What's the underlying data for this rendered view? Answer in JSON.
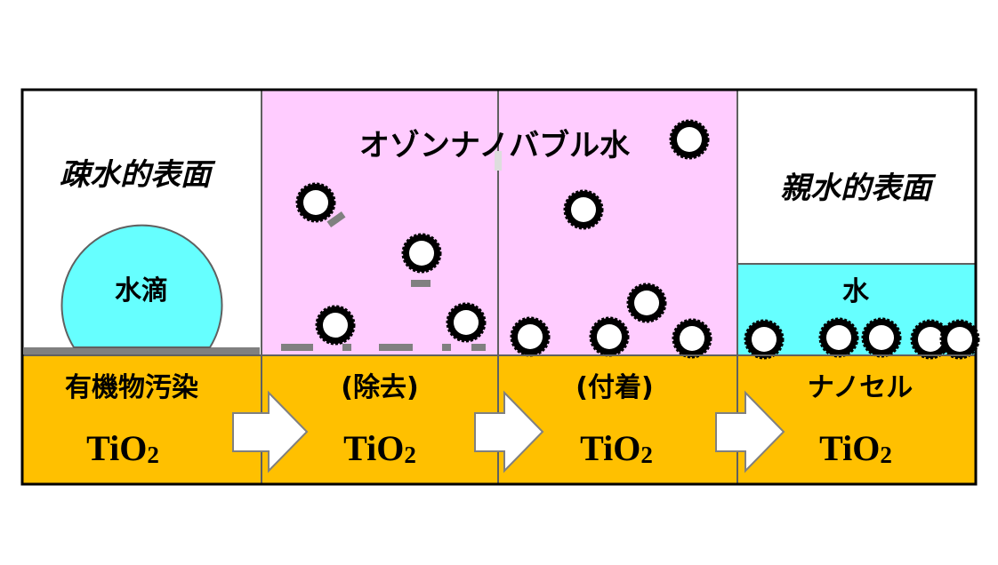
{
  "panels": [
    {
      "top_label": "疎水的表面",
      "inner_label": "水滴",
      "bottom_label": "有機物汚染",
      "substrate": "TiO",
      "subscript": "2"
    },
    {
      "top_label": "",
      "inner_label": "",
      "bottom_label": "(除去)",
      "substrate": "TiO",
      "subscript": "2"
    },
    {
      "top_label": "",
      "inner_label": "",
      "bottom_label": "(付着)",
      "substrate": "TiO",
      "subscript": "2"
    },
    {
      "top_label": "親水的表面",
      "inner_label": "水",
      "bottom_label": "ナノセル",
      "substrate": "TiO",
      "subscript": "2"
    }
  ],
  "ozone_label": "オゾンナノバブル水",
  "colors": {
    "substrate": "#FFC000",
    "ozone_water": "#FFCCFF",
    "water": "#66FFFF",
    "droplet": "#66FFFF",
    "contaminant": "#808080",
    "bubble_fill": "#FFFFFF",
    "bubble_edge": "#000000",
    "arrow_fill": "#FFFFFF"
  },
  "icons": [
    "right-arrow-icon",
    "nanobubble-icon"
  ]
}
